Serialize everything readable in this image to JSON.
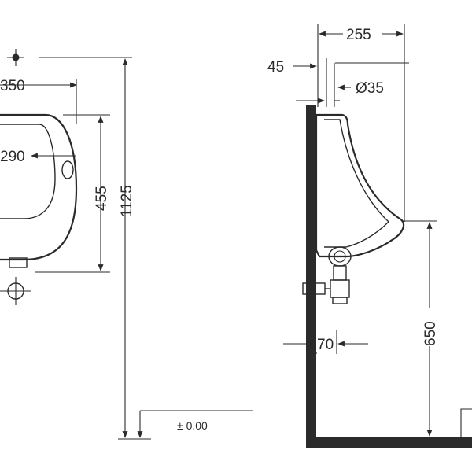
{
  "dimensions": {
    "overall_height": "1125",
    "width_outer": "350",
    "width_inner": "290",
    "height_front": "455",
    "depth": "255",
    "wall_gap": "45",
    "pipe_diameter": "Ø35",
    "mount_height": "650",
    "outlet_offset": "70",
    "floor_level": "± 0.00"
  }
}
